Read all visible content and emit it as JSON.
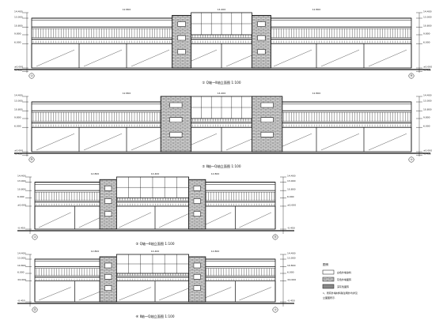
{
  "sheet": {
    "background": "#ffffff",
    "ink": "#111111",
    "hatch": "#555555"
  },
  "elevations": [
    {
      "title": "① Q轴～Ⅱ轴立面图",
      "scale": "1:100",
      "grid_start": "①",
      "grid_end": "⑲",
      "levels": [
        "14.400",
        "13.000",
        "10.800",
        "9.800",
        "6.000",
        "±0.000",
        "-0.450"
      ],
      "dims": [
        "12.800",
        "14.400",
        "12.800"
      ]
    },
    {
      "title": "② Ⅱ轴～Q轴立面图",
      "scale": "1:100",
      "grid_start": "⑲",
      "grid_end": "①",
      "levels": [
        "14.400",
        "13.000",
        "10.800",
        "9.800",
        "6.000",
        "±0.000",
        "-0.450"
      ],
      "dims": [
        "12.800",
        "14.400",
        "12.800"
      ]
    },
    {
      "title": "③ Q轴～Ⅱ轴立面图",
      "scale": "1:100",
      "grid_start": "①",
      "grid_end": "⑬",
      "levels": [
        "14.400",
        "13.000",
        "10.800",
        "6.000",
        "±0.000",
        "-0.450"
      ],
      "dims": [
        "12.800",
        "14.400",
        "12.800"
      ]
    },
    {
      "title": "④ Ⅱ轴～Q轴立面图",
      "scale": "1:100",
      "grid_start": "⑬",
      "grid_end": "①",
      "levels": [
        "14.400",
        "13.000",
        "10.800",
        "6.000",
        "±0.000",
        "-0.450"
      ],
      "dims": [
        "12.800",
        "14.400",
        "12.800"
      ]
    }
  ],
  "legend": {
    "title": "图例",
    "items": [
      {
        "label": "白色外墙涂料",
        "code": ""
      },
      {
        "label": "灰色外墙面砖",
        "code": ""
      },
      {
        "label": "深灰色面砖",
        "code": ""
      }
    ],
    "notes": [
      "1、所有外墙材料除注明外均详见",
      "立面图所示."
    ]
  }
}
